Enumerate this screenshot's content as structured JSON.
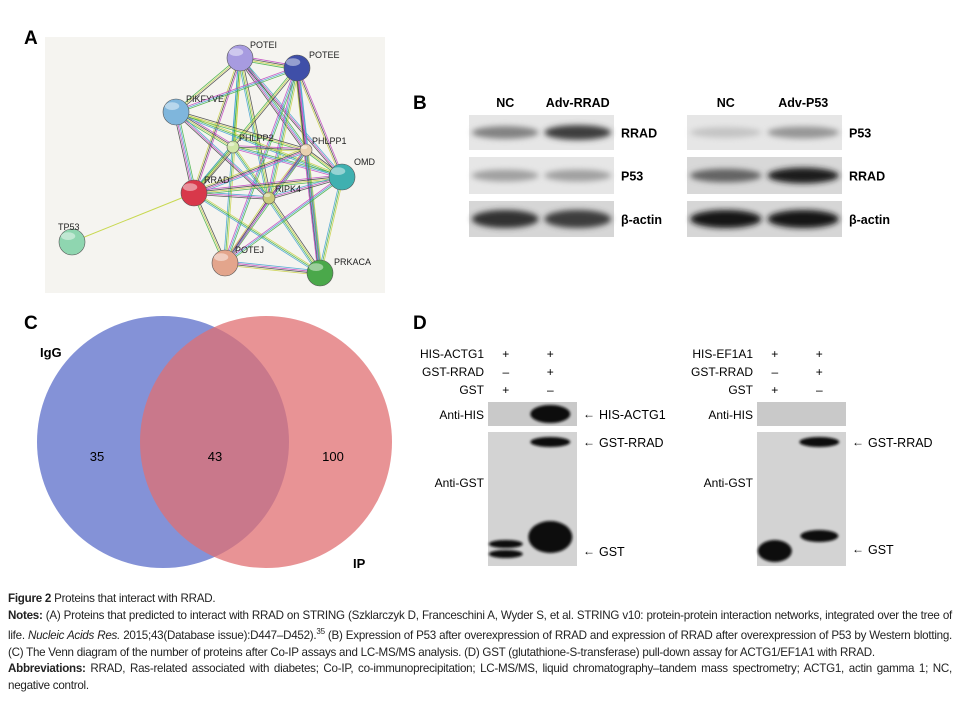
{
  "panels": {
    "a": "A",
    "b": "B",
    "c": "C",
    "d": "D"
  },
  "network": {
    "nodes": [
      {
        "id": "POTEI",
        "color": "#a79be0"
      },
      {
        "id": "POTEE",
        "color": "#3f4fa8"
      },
      {
        "id": "PIKFYVE",
        "color": "#7fb6dc"
      },
      {
        "id": "PHLPP2",
        "color": "#cfe6a6"
      },
      {
        "id": "PHLPP1",
        "color": "#ead1b0"
      },
      {
        "id": "OMD",
        "color": "#3fb0b0"
      },
      {
        "id": "RRAD",
        "color": "#d8384a"
      },
      {
        "id": "RIPK4",
        "color": "#c9c97a"
      },
      {
        "id": "TP53",
        "color": "#8fd6b0"
      },
      {
        "id": "POTEJ",
        "color": "#e3a58c"
      },
      {
        "id": "PRKACA",
        "color": "#4aa84a"
      }
    ],
    "edges": [
      [
        "POTEI",
        "POTEE"
      ],
      [
        "POTEI",
        "PIKFYVE"
      ],
      [
        "POTEI",
        "PHLPP2"
      ],
      [
        "POTEI",
        "PHLPP1"
      ],
      [
        "POTEI",
        "OMD"
      ],
      [
        "POTEI",
        "RRAD"
      ],
      [
        "POTEI",
        "RIPK4"
      ],
      [
        "POTEI",
        "POTEJ"
      ],
      [
        "POTEE",
        "PIKFYVE"
      ],
      [
        "POTEE",
        "PHLPP1"
      ],
      [
        "POTEE",
        "OMD"
      ],
      [
        "POTEE",
        "RRAD"
      ],
      [
        "POTEE",
        "RIPK4"
      ],
      [
        "POTEE",
        "POTEJ"
      ],
      [
        "POTEE",
        "PRKACA"
      ],
      [
        "PIKFYVE",
        "PHLPP2"
      ],
      [
        "PIKFYVE",
        "PHLPP1"
      ],
      [
        "PIKFYVE",
        "OMD"
      ],
      [
        "PIKFYVE",
        "RRAD"
      ],
      [
        "PIKFYVE",
        "RIPK4"
      ],
      [
        "PHLPP2",
        "PHLPP1"
      ],
      [
        "PHLPP2",
        "RRAD"
      ],
      [
        "PHLPP2",
        "RIPK4"
      ],
      [
        "PHLPP2",
        "OMD"
      ],
      [
        "PHLPP1",
        "RRAD"
      ],
      [
        "PHLPP1",
        "RIPK4"
      ],
      [
        "PHLPP1",
        "OMD"
      ],
      [
        "PHLPP1",
        "PRKACA"
      ],
      [
        "PHLPP1",
        "POTEJ"
      ],
      [
        "RRAD",
        "RIPK4"
      ],
      [
        "RRAD",
        "OMD"
      ],
      [
        "RRAD",
        "POTEJ"
      ],
      [
        "RRAD",
        "PRKACA"
      ],
      [
        "RRAD",
        "TP53"
      ],
      [
        "RIPK4",
        "OMD"
      ],
      [
        "RIPK4",
        "POTEJ"
      ],
      [
        "RIPK4",
        "PRKACA"
      ],
      [
        "OMD",
        "PRKACA"
      ],
      [
        "OMD",
        "POTEJ"
      ],
      [
        "POTEJ",
        "PRKACA"
      ]
    ]
  },
  "western": {
    "left": {
      "lanes": [
        "NC",
        "Adv-RRAD"
      ],
      "rows": [
        "RRAD",
        "P53",
        "β-actin"
      ],
      "intensity": [
        [
          0.45,
          0.8
        ],
        [
          0.3,
          0.3
        ],
        [
          0.85,
          0.8
        ]
      ]
    },
    "right": {
      "lanes": [
        "NC",
        "Adv-P53"
      ],
      "rows": [
        "P53",
        "RRAD",
        "β-actin"
      ],
      "intensity": [
        [
          0.12,
          0.35
        ],
        [
          0.6,
          0.95
        ],
        [
          1.0,
          1.0
        ]
      ]
    }
  },
  "venn": {
    "left_label": "IgG",
    "right_label": "IP",
    "left_only": "35",
    "overlap": "43",
    "right_only": "100",
    "left_color": "#6f7fd0",
    "right_color": "#e06f72"
  },
  "pulldown": {
    "left": {
      "conditions": [
        {
          "label": "HIS-ACTG1",
          "values": [
            "+",
            "+"
          ]
        },
        {
          "label": "GST-RRAD",
          "values": [
            "–",
            "+"
          ]
        },
        {
          "label": "GST",
          "values": [
            "+",
            "–"
          ]
        }
      ],
      "antibodies": [
        "Anti-HIS",
        "Anti-GST"
      ],
      "bands": [
        "HIS-ACTG1",
        "GST-RRAD",
        "GST"
      ]
    },
    "right": {
      "conditions": [
        {
          "label": "HIS-EF1A1",
          "values": [
            "+",
            "+"
          ]
        },
        {
          "label": "GST-RRAD",
          "values": [
            "–",
            "+"
          ]
        },
        {
          "label": "GST",
          "values": [
            "+",
            "–"
          ]
        }
      ],
      "antibodies": [
        "Anti-HIS",
        "Anti-GST"
      ],
      "bands": [
        "GST-RRAD",
        "GST"
      ]
    },
    "arrow": "←"
  },
  "caption": {
    "figure_label": "Figure 2",
    "title": " Proteins that interact with RRAD.",
    "notes_label": "Notes:",
    "notes_1": " (A) Proteins that predicted to interact with RRAD on STRING (Szklarczyk D, Franceschini A, Wyder S, et al. STRING v10: protein-protein interaction networks, integrated over the tree of life. ",
    "journal": "Nucleic Acids Res.",
    "notes_2": " 2015;43(Database issue):D447–D452).",
    "ref": "35",
    "notes_3": " (B) Expression of P53 after overexpression of RRAD and expression of RRAD after overexpression of P53 by Western blotting. (C) The Venn diagram of the number of proteins after Co-IP assays and LC-MS/MS analysis. (D) GST (glutathione-S-transferase) pull-down assay for ACTG1/EF1A1 with RRAD.",
    "abbrev_label": "Abbreviations:",
    "abbrev": " RRAD, Ras-related associated with diabetes; Co-IP, co-immunoprecipitation; LC-MS/MS, liquid chromatography–tandem mass spectrometry; ACTG1, actin gamma 1; NC, negative control."
  }
}
